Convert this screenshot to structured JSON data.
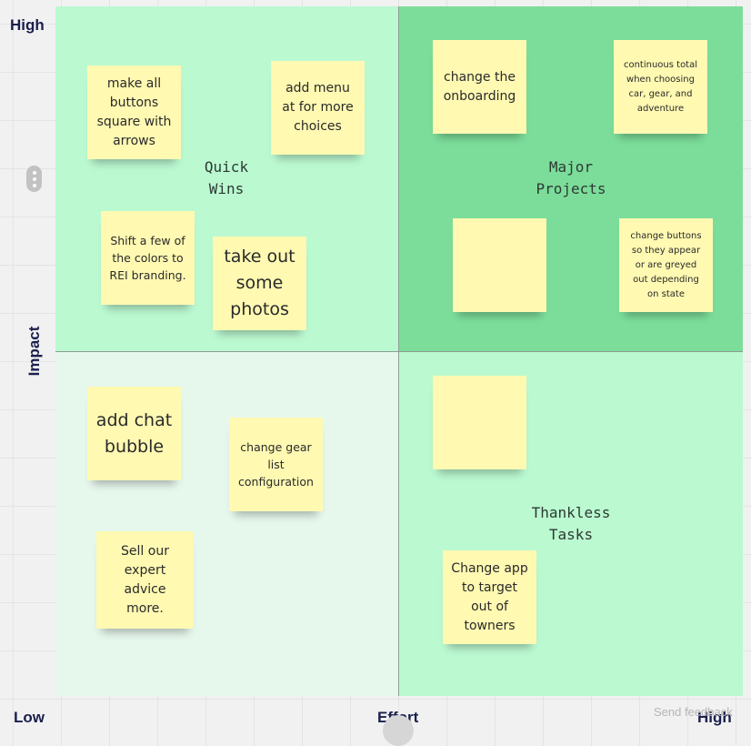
{
  "axes": {
    "high_y": "High",
    "impact": "Impact",
    "low": "Low",
    "effort": "Effort",
    "high_x": "High"
  },
  "quadrants": {
    "quick_wins": {
      "title": "Quick\nWins",
      "color": "#bbf9d1"
    },
    "major_projects": {
      "title": "Major\nProjects",
      "color": "#7cdd9a"
    },
    "fill_ins": {
      "color": "#e6f7ec"
    },
    "thankless_tasks": {
      "title": "Thankless\nTasks",
      "color": "#bbf9d1"
    }
  },
  "notes": {
    "make_buttons": "make all buttons square with arrows",
    "add_menu": "add menu at for more choices",
    "shift_colors": "Shift a few of the colors to REI branding.",
    "take_out_photos": "take out some photos",
    "change_onboarding": "change the onboarding",
    "continuous_total": "continuous total when choosing car, gear, and adventure",
    "blank_major": "",
    "change_buttons_state": "change buttons so they appear or are greyed out depending on state",
    "add_chat_bubble": "add chat bubble",
    "gear_list": "change gear list configuration",
    "sell_advice": "Sell our expert advice more.",
    "blank_thankless": "",
    "target_towners": "Change app to target out of towners"
  },
  "sticky_color": "#fff9b2",
  "footer": {
    "send_feedback": "Send feedback"
  },
  "icons": {
    "more": "vertical-ellipsis-icon",
    "zoom": "circle-icon"
  }
}
